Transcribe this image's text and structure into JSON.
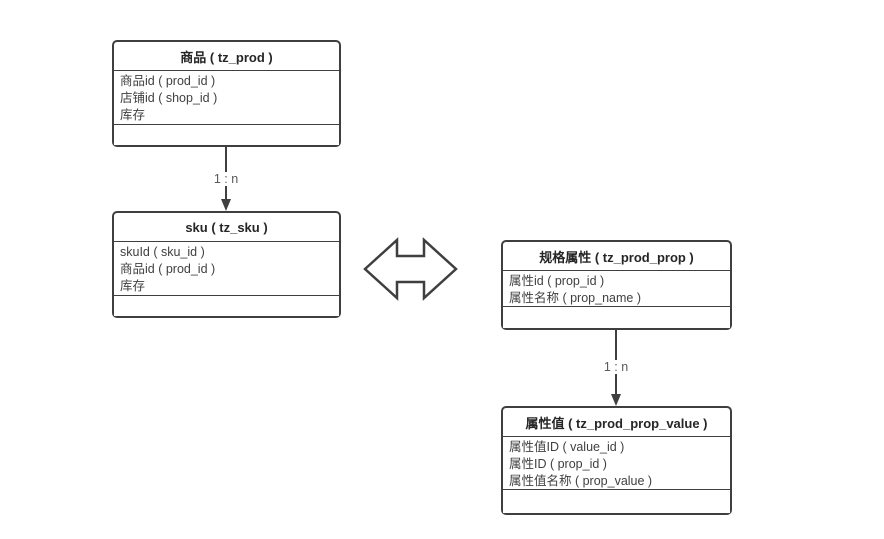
{
  "diagram": {
    "title": "product-sku-property er diagram",
    "colors": {
      "background": "#ffffff",
      "shape_border": "#3f3f3f",
      "header_text": "#262626",
      "field_text": "#404040",
      "label_text": "#595959"
    },
    "tables": [
      {
        "id": "prod",
        "title": "商品 ( tz_prod )",
        "fields": [
          "商品id ( prod_id )",
          "店铺id ( shop_id )",
          "库存"
        ]
      },
      {
        "id": "sku",
        "title": "sku ( tz_sku )",
        "fields": [
          "skuId ( sku_id )",
          "商品id ( prod_id )",
          "库存"
        ]
      },
      {
        "id": "prod_prop",
        "title": "规格属性 ( tz_prod_prop )",
        "fields": [
          "属性id ( prop_id )",
          "属性名称 ( prop_name )"
        ]
      },
      {
        "id": "prod_prop_value",
        "title": "属性值 ( tz_prod_prop_value )",
        "fields": [
          "属性值ID ( value_id )",
          "属性ID ( prop_id )",
          "属性值名称 ( prop_value )"
        ]
      }
    ],
    "connectors": [
      {
        "from": "prod",
        "to": "sku",
        "label": "1 : n"
      },
      {
        "from": "prod_prop",
        "to": "prod_prop_value",
        "label": "1 : n"
      }
    ]
  }
}
